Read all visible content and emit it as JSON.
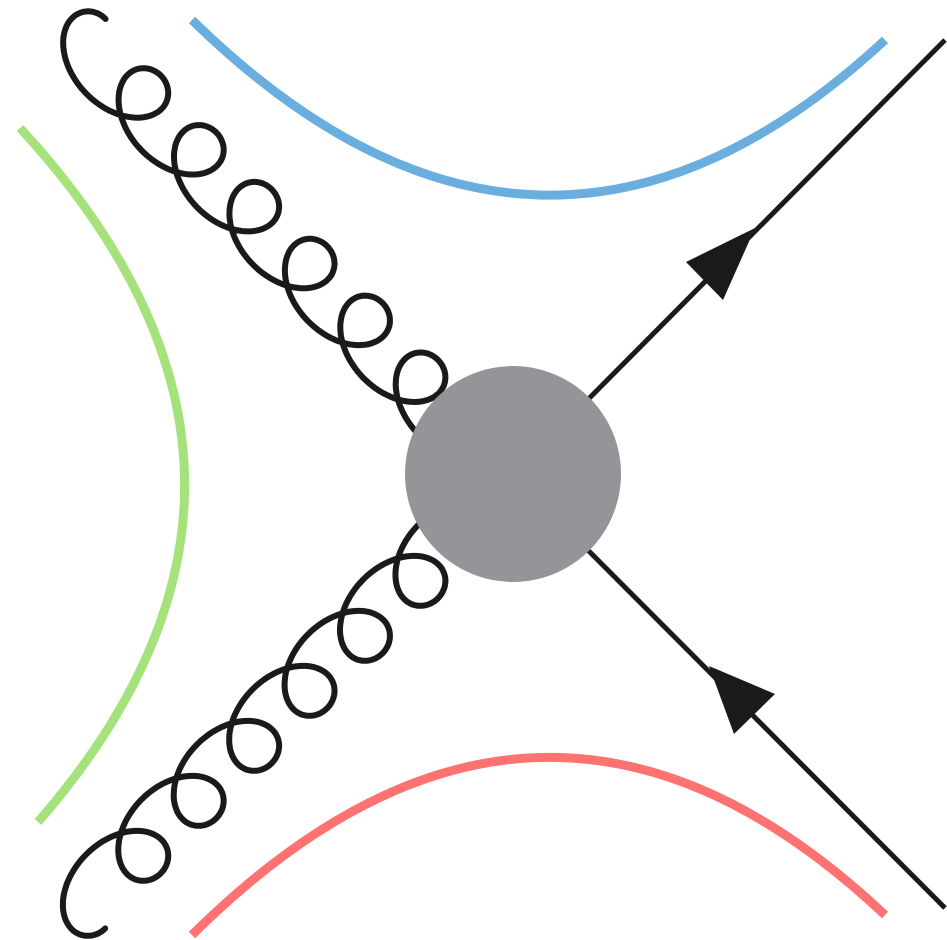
{
  "diagram": {
    "kind": "feynman-diagram",
    "colors": {
      "background": "#ffffff",
      "line": "#1a1a1a",
      "vertex_blob": "#939598",
      "arc_top": "#6aaee0",
      "arc_left": "#a6e27c",
      "arc_bottom": "#ff7272"
    },
    "vertex": {
      "name": "interaction-blob"
    },
    "external_lines": [
      {
        "name": "gluon-upper-left",
        "type": "gluon",
        "from": "upper-left",
        "to": "vertex",
        "loops": 7
      },
      {
        "name": "gluon-lower-left",
        "type": "gluon",
        "from": "lower-left",
        "to": "vertex",
        "loops": 7
      },
      {
        "name": "fermion-upper-right",
        "type": "fermion",
        "from": "vertex",
        "to": "upper-right",
        "arrow": "outgoing"
      },
      {
        "name": "fermion-lower-right",
        "type": "fermion",
        "from": "lower-right",
        "to": "vertex",
        "arrow": "incoming"
      }
    ],
    "arcs": [
      {
        "name": "arc-top",
        "color_key": "arc_top",
        "position": "top"
      },
      {
        "name": "arc-left",
        "color_key": "arc_left",
        "position": "left"
      },
      {
        "name": "arc-bottom",
        "color_key": "arc_bottom",
        "position": "bottom"
      }
    ]
  }
}
